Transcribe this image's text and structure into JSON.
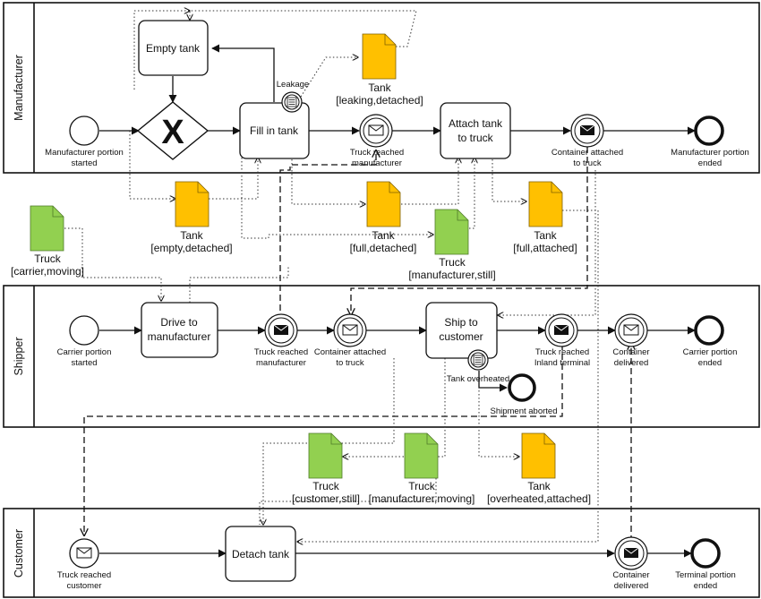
{
  "pools": {
    "manufacturer": "Manufacturer",
    "shipper": "Shipper",
    "customer": "Customer"
  },
  "tasks": {
    "empty_tank": "Empty tank",
    "fill_in_tank": "Fill in tank",
    "attach_tank_1": "Attach tank",
    "attach_tank_2": "to truck",
    "drive_1": "Drive to",
    "drive_2": "manufacturer",
    "ship_1": "Ship to",
    "ship_2": "customer",
    "detach_tank": "Detach tank"
  },
  "events": {
    "mfr_start_1": "Manufacturer portion",
    "mfr_start_2": "started",
    "leakage": "Leakage",
    "mfr_truck_reached_1": "Truck reached",
    "mfr_truck_reached_2": "manufacturer",
    "mfr_container_attached_1": "Container attached",
    "mfr_container_attached_2": "to truck",
    "mfr_end_1": "Manufacturer portion",
    "mfr_end_2": "ended",
    "carrier_start_1": "Carrier portion",
    "carrier_start_2": "started",
    "shp_truck_reached_1": "Truck reached",
    "shp_truck_reached_2": "manufacturer",
    "shp_container_attached_1": "Container attached",
    "shp_container_attached_2": "to truck",
    "tank_overheated": "Tank overheated",
    "shipment_aborted": "Shipment aborted",
    "inland_terminal_1": "Truck reached",
    "inland_terminal_2": "Inland terminal",
    "shp_container_delivered_1": "Container",
    "shp_container_delivered_2": "delivered",
    "carrier_end_1": "Carrier portion",
    "carrier_end_2": "ended",
    "cust_truck_reached_1": "Truck reached",
    "cust_truck_reached_2": "customer",
    "cust_container_delivered_1": "Container",
    "cust_container_delivered_2": "delivered",
    "terminal_end_1": "Terminal portion",
    "terminal_end_2": "ended"
  },
  "data_objects": {
    "tank_leaking_1": "Tank",
    "tank_leaking_2": "[leaking,detached]",
    "tank_empty_1": "Tank",
    "tank_empty_2": "[empty,detached]",
    "tank_full_1": "Tank",
    "tank_full_2": "[full,detached]",
    "tank_attached_1": "Tank",
    "tank_attached_2": "[full,attached]",
    "truck_carrier_1": "Truck",
    "truck_carrier_2": "[carrier,moving]",
    "truck_mfr_still_1": "Truck",
    "truck_mfr_still_2": "[manufacturer,still]",
    "truck_cust_still_1": "Truck",
    "truck_cust_still_2": "[customer,still]",
    "truck_mfr_moving_1": "Truck",
    "truck_mfr_moving_2": "[manufacturer,moving]",
    "tank_overheated_1": "Tank",
    "tank_overheated_2": "[overheated,attached]"
  },
  "gateway_symbol": "X",
  "colors": {
    "tank_object": "#FFC000",
    "truck_object": "#92D050",
    "line": "#111111"
  }
}
